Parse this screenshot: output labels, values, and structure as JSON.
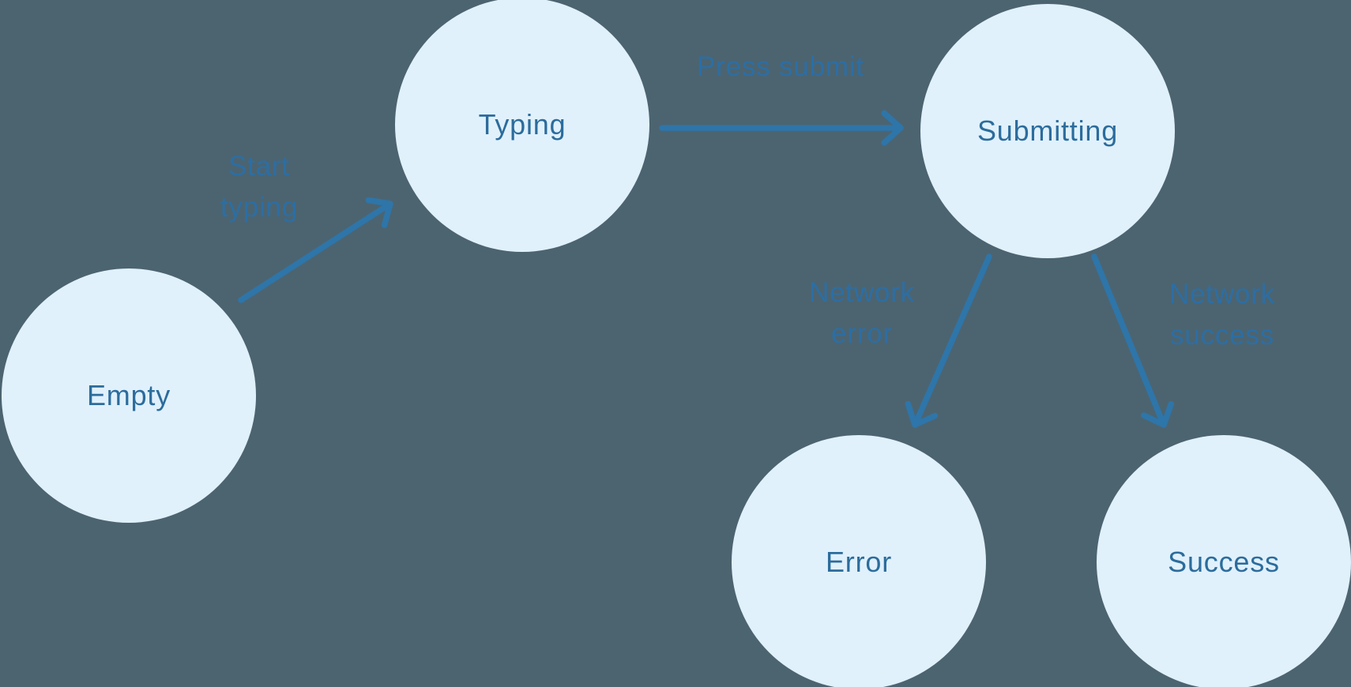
{
  "diagram": {
    "kind": "state-machine",
    "nodes": [
      {
        "id": "empty",
        "label": "Empty"
      },
      {
        "id": "typing",
        "label": "Typing"
      },
      {
        "id": "submitting",
        "label": "Submitting"
      },
      {
        "id": "error",
        "label": "Error"
      },
      {
        "id": "success",
        "label": "Success"
      }
    ],
    "edges": [
      {
        "from": "empty",
        "to": "typing",
        "label": "Start\ntyping"
      },
      {
        "from": "typing",
        "to": "submitting",
        "label": "Press submit"
      },
      {
        "from": "submitting",
        "to": "error",
        "label": "Network\nerror"
      },
      {
        "from": "submitting",
        "to": "success",
        "label": "Network\nsuccess"
      }
    ],
    "colors": {
      "background": "#4c6470",
      "node_fill": "#e0f1fc",
      "node_text": "#2c6c9c",
      "edge_label": "#2c6ea4",
      "arrow": "#2e75a9"
    }
  }
}
